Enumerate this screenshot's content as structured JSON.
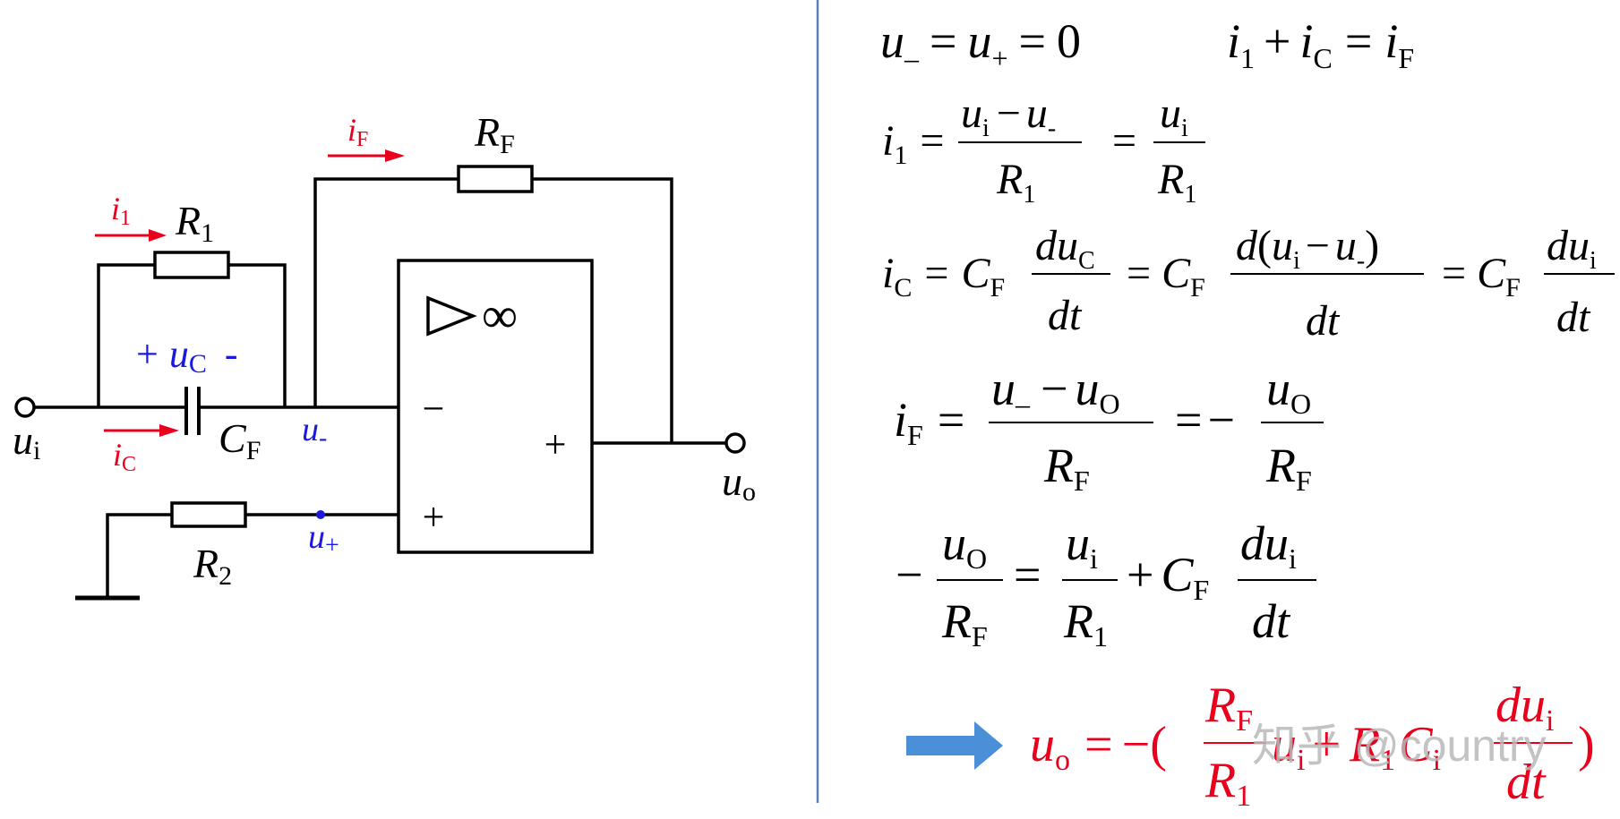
{
  "colors": {
    "wire": "#000000",
    "current_arrow": "#e8001c",
    "node_label": "#1a1adf",
    "divider": "#5b7fb5",
    "result": "#e8001c",
    "big_arrow": "#4a8fd8",
    "watermark": "#b8b8b8"
  },
  "circuit": {
    "op_amp_triangle_icon": "triangle-icon",
    "op_amp_infinity": "∞",
    "minus_input_sign": "−",
    "plus_input_sign": "+",
    "output_sign": "+",
    "R1": {
      "main": "R",
      "sub": "1"
    },
    "R2": {
      "main": "R",
      "sub": "2"
    },
    "RF": {
      "main": "R",
      "sub": "F"
    },
    "CF": {
      "main": "C",
      "sub": "F"
    },
    "ui": {
      "main": "u",
      "sub": "i"
    },
    "uo": {
      "main": "u",
      "sub": "o"
    },
    "u_minus": {
      "main": "u",
      "sub": "-"
    },
    "u_plus": {
      "main": "u",
      "sub": "+"
    },
    "uC": {
      "plus": "+",
      "main": "u",
      "sub": "C",
      "minus": "-"
    },
    "i1": {
      "main": "i",
      "sub": "1"
    },
    "iF": {
      "main": "i",
      "sub": "F"
    },
    "iC": {
      "main": "i",
      "sub": "C"
    }
  },
  "equations": {
    "eq1": {
      "u": "u",
      "minus_sub": "–",
      "eq": "=",
      "plus_sub": "+",
      "zero": "0",
      "i": "i",
      "one": "1",
      "plus": "+",
      "C": "C",
      "F": "F"
    },
    "eq2": {
      "i": "i",
      "one": "1",
      "u": "u",
      "isub": "i",
      "minus": "−",
      "msub": "-",
      "R": "R",
      "eq": "="
    },
    "eq3": {
      "i": "i",
      "C": "C",
      "F": "F",
      "d": "d",
      "u": "u",
      "dt": "dt",
      "isub": "i",
      "minus": "−",
      "msub": "-",
      "lp": "(",
      "rp": ")",
      "eq": "="
    },
    "eq4": {
      "i": "i",
      "F": "F",
      "u": "u",
      "msub": "–",
      "minus": "−",
      "O": "O",
      "R": "R",
      "eq": "="
    },
    "eq5": {
      "minus": "−",
      "u": "u",
      "O": "O",
      "R": "R",
      "F": "F",
      "eq": "=",
      "isub": "i",
      "one": "1",
      "plus": "+",
      "C": "C",
      "d": "d",
      "dt": "dt"
    },
    "result": {
      "u": "u",
      "o": "o",
      "eq": "=",
      "minus": "−",
      "lp": "(",
      "rp": ")",
      "R": "R",
      "F": "F",
      "one": "1",
      "isub": "i",
      "plus": "+",
      "C": "C",
      "d": "d",
      "dt": "dt"
    }
  },
  "watermark": "知乎 @country"
}
